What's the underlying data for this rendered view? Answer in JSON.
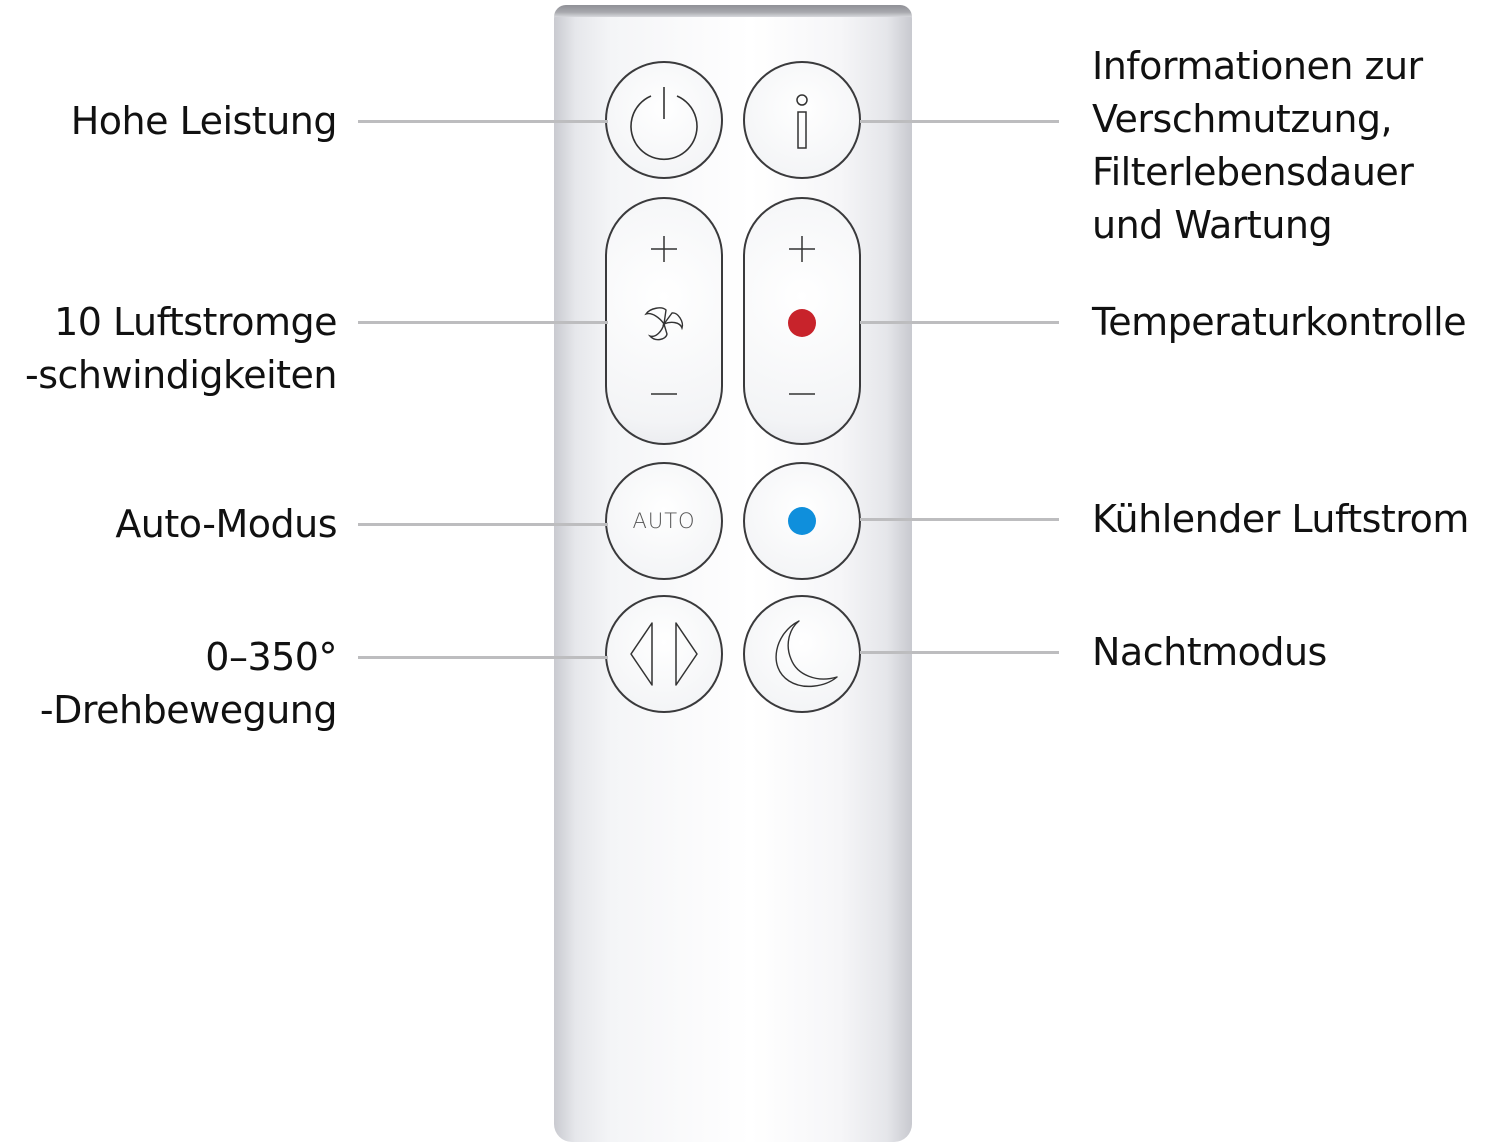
{
  "remote": {
    "body_color": "#f7f7f9",
    "outline_color": "#3a3a3c",
    "leader_color": "#bdbdbf",
    "buttons": [
      {
        "id": "power",
        "icon": "power-icon",
        "label": "Hohe Leistung"
      },
      {
        "id": "info",
        "icon": "info-icon",
        "label": "Informationen zur Verschmutzung, Filterlebensdauer und Wartung"
      },
      {
        "id": "airflow",
        "icon": "fan-icon",
        "plus": "+",
        "minus": "−",
        "label": "10 Luftstromgeschwindigkeiten"
      },
      {
        "id": "temperature",
        "icon": "red-dot-icon",
        "plus": "+",
        "minus": "−",
        "color": "#c8232b",
        "label": "Temperaturkontrolle"
      },
      {
        "id": "auto",
        "text": "AUTO",
        "label": "Auto-Modus"
      },
      {
        "id": "cooling",
        "icon": "blue-dot-icon",
        "color": "#0f8fdc",
        "label": "Kühlender Luftstrom"
      },
      {
        "id": "oscillation",
        "icon": "oscillation-arrows-icon",
        "label": "0–350° -Drehbewegung"
      },
      {
        "id": "night",
        "icon": "moon-icon",
        "label": "Nachtmodus"
      }
    ]
  },
  "labels": {
    "left": {
      "power": [
        "Hohe Leistung"
      ],
      "airflow": [
        "10 Luftstromge",
        "-schwindigkeiten"
      ],
      "auto": [
        "Auto-Modus"
      ],
      "oscillation": [
        "0–350°",
        "-Drehbewegung"
      ]
    },
    "right": {
      "info": [
        "Informationen zur",
        "Verschmutzung,",
        "Filterlebensdauer",
        "und Wartung"
      ],
      "temperature": [
        "Temperaturkontrolle"
      ],
      "cooling": [
        "Kühlender Luftstrom"
      ],
      "night": [
        "Nachtmodus"
      ]
    }
  },
  "auto_button_text": "AUTO",
  "plus_symbol": "+",
  "minus_symbol": "—"
}
